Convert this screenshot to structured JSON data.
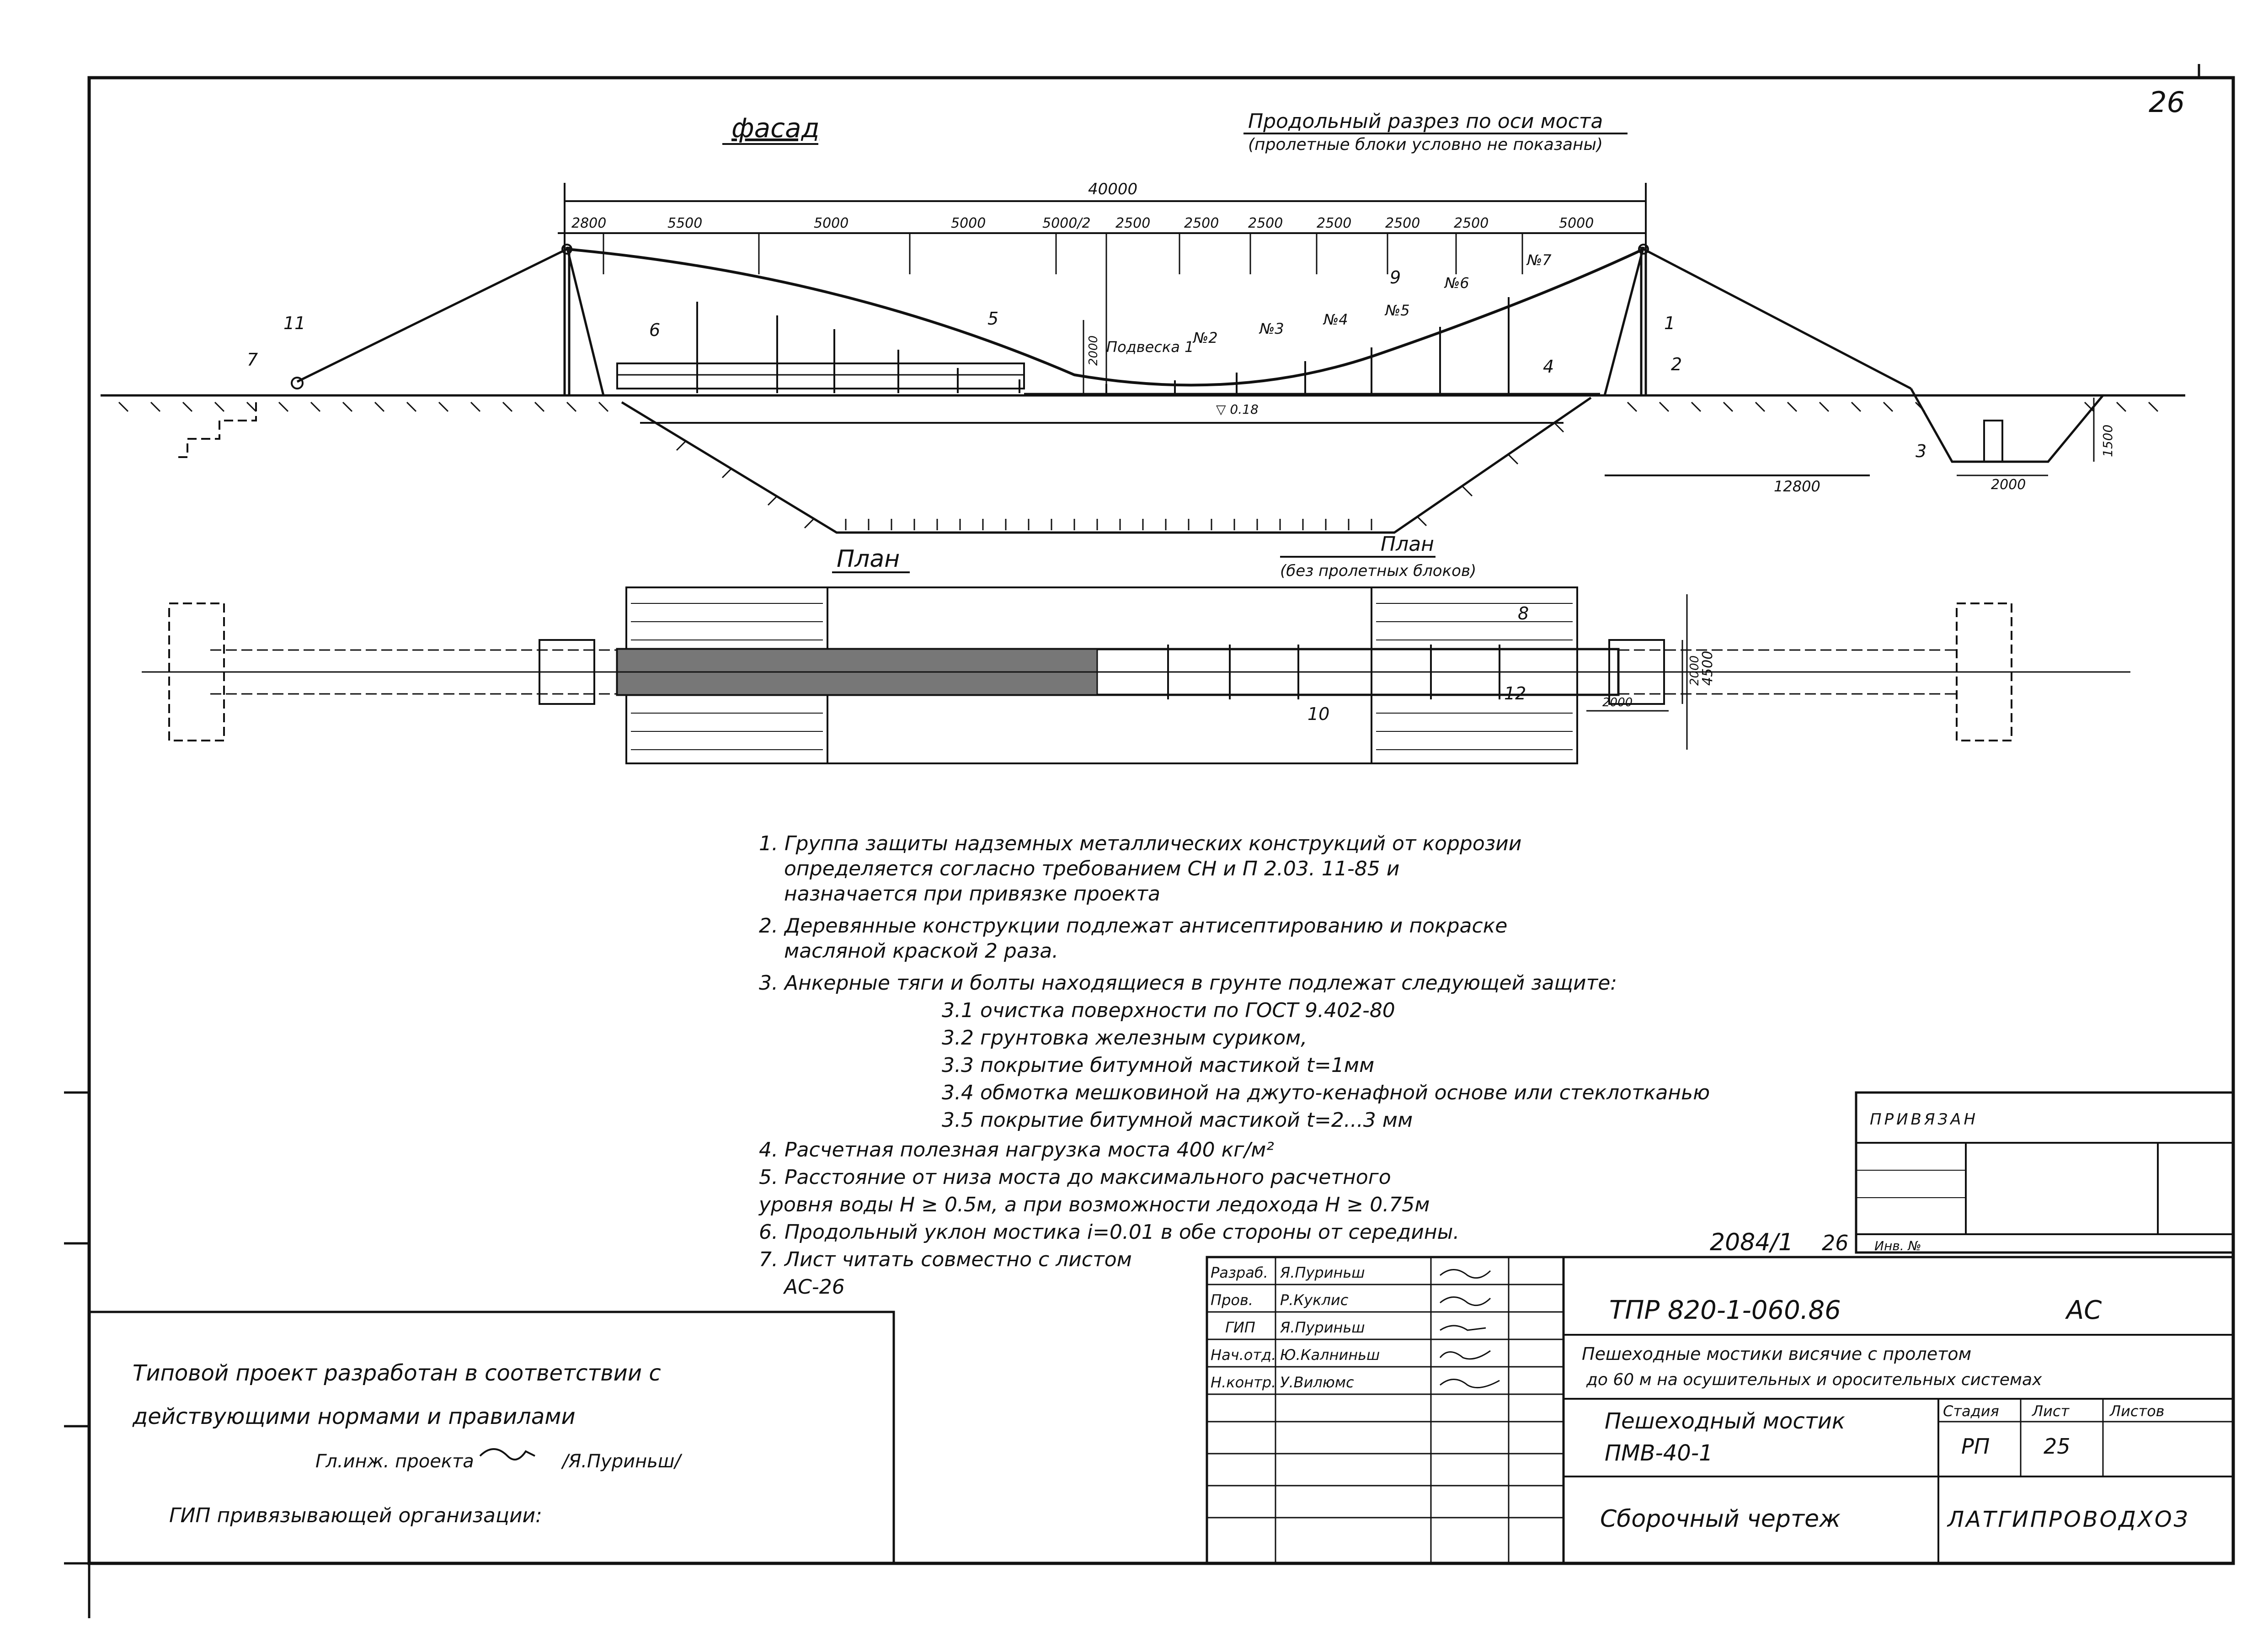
{
  "sheet_number": "26",
  "facade": {
    "title": "фасад",
    "section_title": "Продольный разрез по оси моста",
    "section_note": "(пролетные блоки условно не показаны)",
    "total_dim": "40000",
    "dims": [
      "2800",
      "5500",
      "5000",
      "5000",
      "5000/2",
      "2500",
      "2500",
      "2500",
      "2500",
      "2500",
      "2500",
      "5000"
    ],
    "hangers": [
      "Подвеска 1",
      "№2",
      "№3",
      "№4",
      "№5",
      "№6",
      "№7"
    ],
    "marks": [
      "1",
      "2",
      "3",
      "4",
      "5",
      "6",
      "7",
      "9",
      "11"
    ],
    "level": "▽ 0.18",
    "bottom_dim": "12800",
    "pit_dim_w": "2000",
    "pit_dim_h": "1500",
    "small_dim": "2000"
  },
  "plan": {
    "title": "План",
    "title2": "План",
    "note": "(без пролетных блоков)",
    "marks": [
      "8",
      "10",
      "12"
    ],
    "dim_vert": "4500",
    "dim_small": "2000",
    "dim_small2": "2000"
  },
  "notes": [
    "1. Группа защиты надземных металлических конструкций от коррозии",
    "определяется согласно требованием СН и П  2.03. 11-85 и",
    "назначается при привязке проекта",
    "2. Деревянные конструкции подлежат антисептированию и покраске",
    "масляной краской 2 раза.",
    "3. Анкерные тяги и болты находящиеся в грунте подлежат следующей защите:",
    "3.1 очистка поверхности по ГОСТ  9.402-80",
    "3.2 грунтовка железным суриком,",
    "3.3 покрытие битумной мастикой  t=1мм",
    "3.4 обмотка мешковиной на джуто-кенафной основе или стеклотканью",
    "3.5 покрытие битумной мастикой t=2...3 мм",
    "4. Расчетная полезная нагрузка моста  400 кг/м²",
    "5. Расстояние от низа моста до максимального расчетного",
    "уровня воды H ≥ 0.5м, а при возможности ледохода  H ≥ 0.75м",
    "6. Продольный уклон мостика i=0.01 в обе стороны от середины.",
    "7. Лист читать совместно с листом",
    "АС-26"
  ],
  "typical": {
    "line1": "Типовой проект разработан в соответствии с",
    "line2": "действующими нормами и правилами",
    "line3": "Гл.инж. проекта",
    "line3_name": "/Я.Пуриньш/",
    "line4": "ГИП привязывающей организации:"
  },
  "binding": {
    "label": "ПРИВЯЗАН",
    "inv": "Инв. №"
  },
  "stamp_ref": "2084/1",
  "stamp_ref2": "26",
  "title_block": {
    "code": "ТПР 820-1-060.86",
    "mark": "АС",
    "project": [
      "Пешеходные мостики висячие с пролетом",
      "до 60 м на осушительных и оросительных системах"
    ],
    "object": [
      "Пешеходный мостик",
      "ПМВ-40-1"
    ],
    "stage_label": "Стадия",
    "sheet_label": "Лист",
    "sheets_label": "Листов",
    "stage": "РП",
    "sheet": "25",
    "drawing": "Сборочный чертеж",
    "org": "ЛАТГИПРОВОДХОЗ",
    "staff": [
      {
        "role": "Разраб.",
        "name": "Я.Пуриньш"
      },
      {
        "role": "Пров.",
        "name": "Р.Куклис"
      },
      {
        "role": "ГИП",
        "name": "Я.Пуриньш"
      },
      {
        "role": "Нач.отд.",
        "name": "Ю.Калниньш"
      },
      {
        "role": "Н.контр.",
        "name": "У.Вилюмс"
      }
    ]
  }
}
